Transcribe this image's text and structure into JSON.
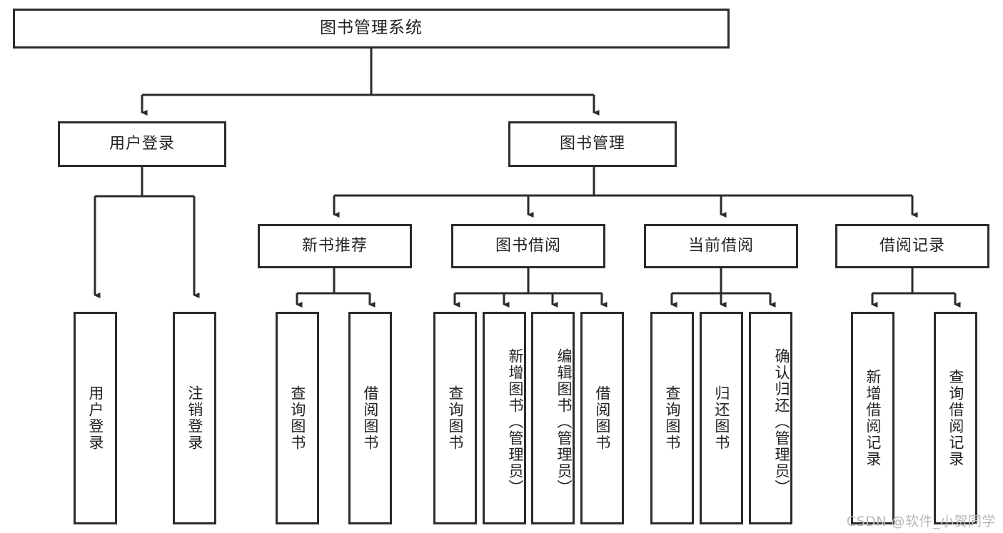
{
  "diagram": {
    "title": "图书管理系统",
    "type": "tree",
    "watermark": "CSDN @软件_小贺同学",
    "colors": {
      "stroke": "#2b2b2b",
      "fill": "#ffffff",
      "text": "#222222",
      "watermark": "#b9b9b9"
    },
    "nodes": {
      "root": {
        "label": "图书管理系统"
      },
      "level2": [
        {
          "label": "用户登录"
        },
        {
          "label": "图书管理"
        }
      ],
      "level3": [
        {
          "label": "新书推荐"
        },
        {
          "label": "图书借阅"
        },
        {
          "label": "当前借阅"
        },
        {
          "label": "借阅记录"
        }
      ],
      "leaves": {
        "user_login": [
          {
            "label": "用户登录"
          },
          {
            "label": "注销登录"
          }
        ],
        "new_book": [
          {
            "label": "查询图书"
          },
          {
            "label": "借阅图书"
          }
        ],
        "book_borrow": [
          {
            "label": "查询图书"
          },
          {
            "label": "新增图书（管理员）"
          },
          {
            "label": "编辑图书（管理员）"
          },
          {
            "label": "借阅图书"
          }
        ],
        "current_borrow": [
          {
            "label": "查询图书"
          },
          {
            "label": "归还图书"
          },
          {
            "label": "确认归还（管理员）"
          }
        ],
        "borrow_record": [
          {
            "label": "新增借阅记录"
          },
          {
            "label": "查询借阅记录"
          }
        ]
      }
    }
  }
}
